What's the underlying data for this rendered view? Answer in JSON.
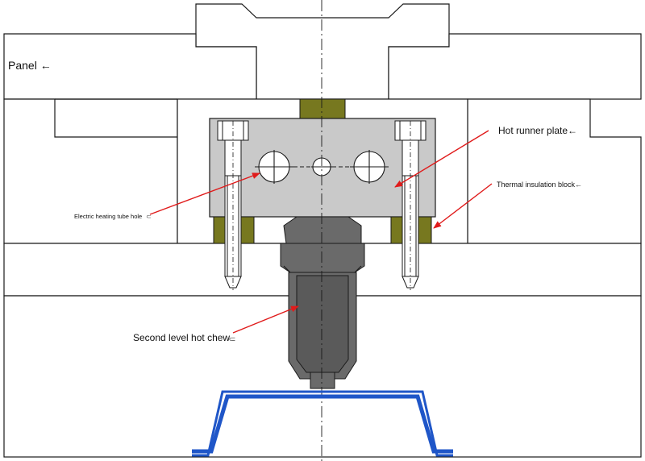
{
  "labels": {
    "panel": "Panel ←",
    "hot_runner_plate": "Hot runner plate←",
    "thermal_insulation_block": "Thermal insulation block←",
    "electric_heating_tube_hole": "Electric heating tube hole",
    "second_level_hot_chew": "Second level hot chew"
  },
  "marks": {
    "return_mark": "⸦"
  },
  "colors": {
    "outline": "#1a1a1a",
    "plate_fill": "#c9c9c9",
    "insulation_fill": "#77781f",
    "nozzle_fill": "#6a6a6a",
    "nozzle_fill_dark": "#5a5a5a",
    "product_blue": "#1f56c8",
    "arrow_red": "#e01b1b"
  }
}
